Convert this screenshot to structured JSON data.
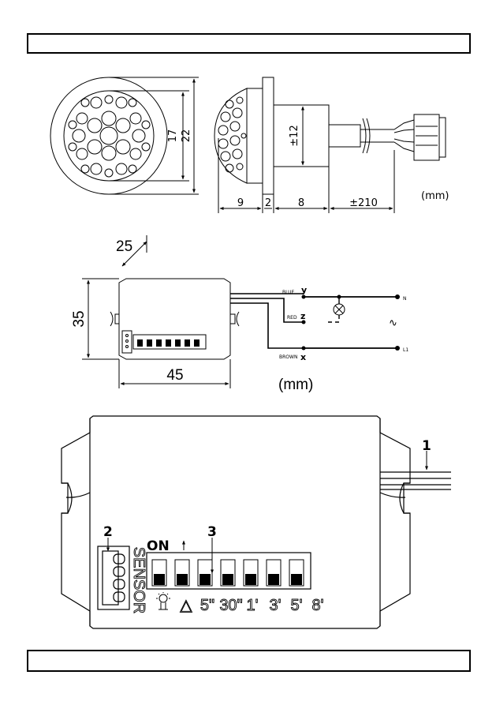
{
  "view1": {
    "dim_17": "17",
    "dim_22": "22",
    "dim_12": "±12",
    "dim_9": "9",
    "dim_2": "2",
    "dim_8": "8",
    "dim_210": "±210",
    "unit": "(mm)"
  },
  "view2": {
    "dim_25": "25",
    "dim_35": "35",
    "dim_45": "45",
    "unit": "(mm)",
    "wires": {
      "blue": "BLUE",
      "red": "RED",
      "brown": "BROWN",
      "y": "y",
      "z": "z",
      "x": "x",
      "n": "N",
      "l1": "L1",
      "ac": "∿"
    }
  },
  "view3": {
    "callout_1": "1",
    "callout_2": "2",
    "callout_3": "3",
    "on_label": "ON",
    "sensor_label": "SENSOR",
    "dip_labels": [
      "△",
      "5\"",
      "30\"",
      "1'",
      "3'",
      "5'",
      "8'"
    ]
  }
}
